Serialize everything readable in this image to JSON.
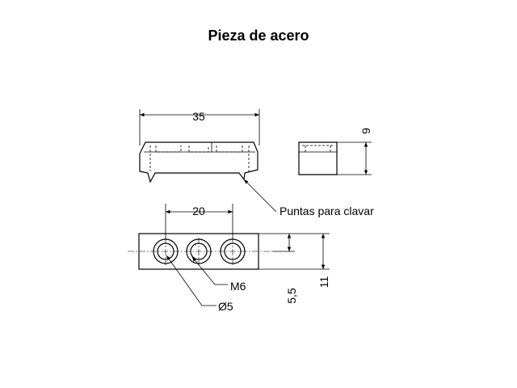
{
  "title": "Pieza de acero",
  "dimensions": {
    "length": "35",
    "height": "9",
    "hole_spacing": "20",
    "width": "11",
    "half_width": "5,5"
  },
  "labels": {
    "points": "Puntas para clavar",
    "thread": "M6",
    "diameter": "Ø5"
  }
}
